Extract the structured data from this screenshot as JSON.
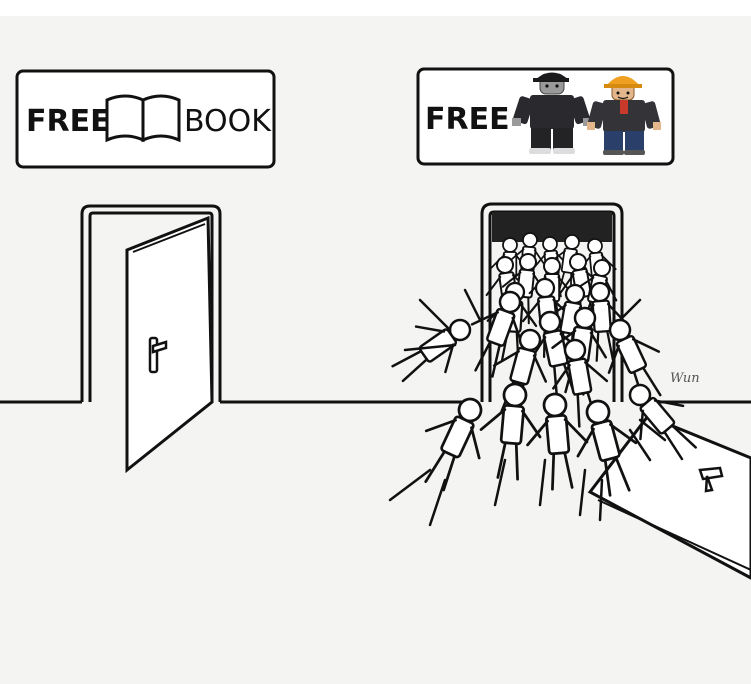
{
  "left_sign": {
    "word_free": "FREE",
    "word_book": "BOOK",
    "icon": "open-book-icon"
  },
  "right_sign": {
    "word_free": "FREE",
    "icon": "roblox-characters-icon"
  },
  "signature": "Wun",
  "colors": {
    "background": "#f4f4f2",
    "ink": "#111111",
    "roblox_hat": "#f0a020",
    "roblox_shirt": "#2a2a2e",
    "roblox_pants": "#2b3f6b"
  }
}
